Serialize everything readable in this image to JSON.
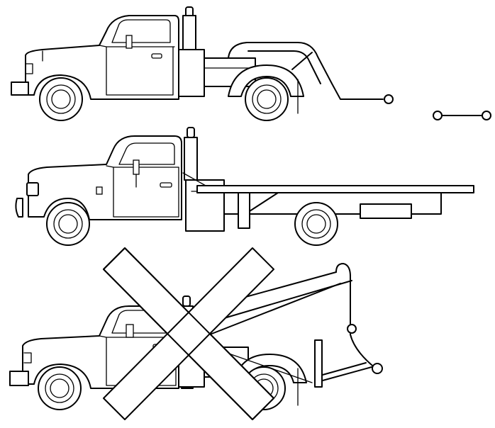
{
  "illustration": {
    "trucks": [
      {
        "kind": "wheel-lift tow truck",
        "status": "approved"
      },
      {
        "kind": "flatbed tow truck",
        "status": "approved"
      },
      {
        "kind": "sling-type tow truck",
        "status": "prohibited"
      }
    ],
    "accessory": "tow bar",
    "colors": {
      "stroke": "#000000",
      "background": "#ffffff"
    }
  }
}
